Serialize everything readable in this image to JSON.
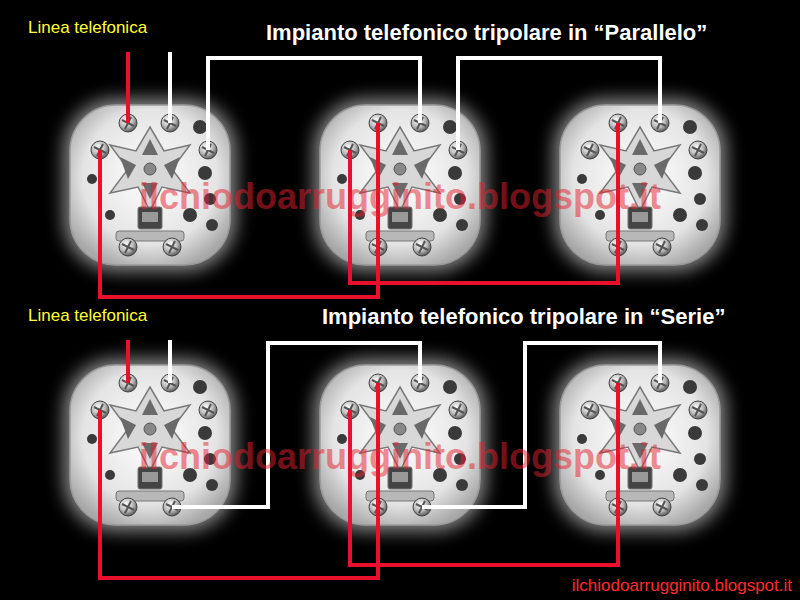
{
  "diagram": {
    "labels": [
      "Linea telefonica",
      "Impianto telefonico tripolare in “Parallelo”",
      "ilchiodoarrugginito.blogspot.it",
      "Linea telefonica",
      "Impianto telefonico tripolare in “Serie”",
      "ilchiodoarrugginito.blogspot.it",
      "ilchiodoarrugginito.blogspot.it"
    ]
  }
}
